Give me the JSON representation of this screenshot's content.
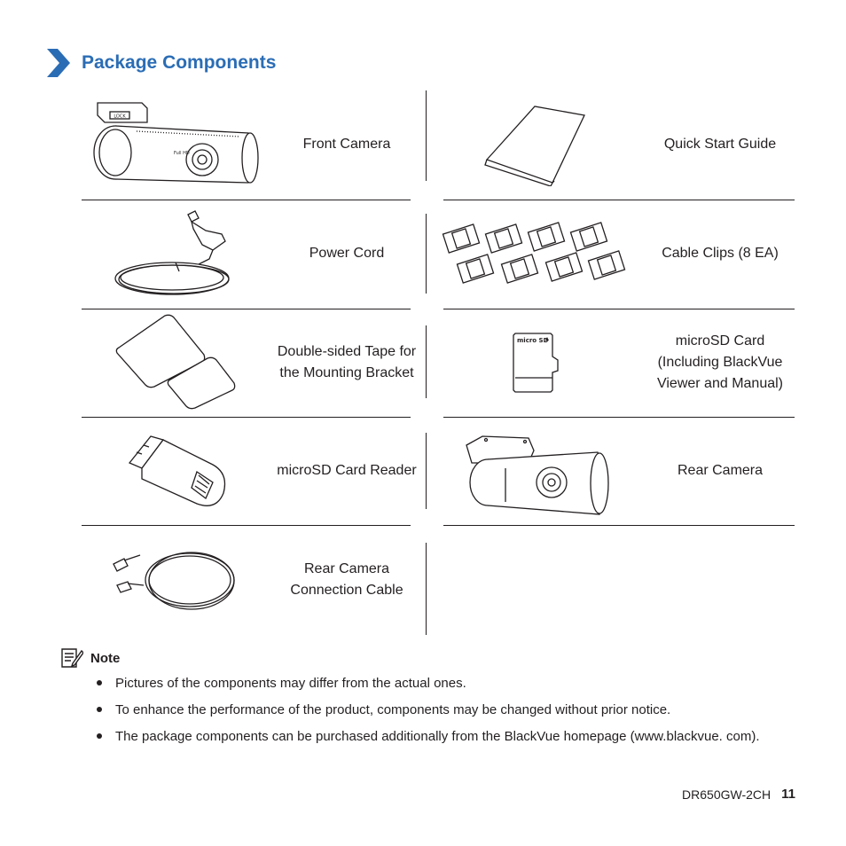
{
  "section": {
    "title": "Package Components"
  },
  "components": [
    {
      "label": "Front Camera",
      "icon": "front-camera-icon"
    },
    {
      "label": "Quick Start Guide",
      "icon": "quick-start-guide-icon"
    },
    {
      "label": "Power Cord",
      "icon": "power-cord-icon"
    },
    {
      "label": "Cable Clips (8 EA)",
      "icon": "cable-clips-icon"
    },
    {
      "label": "Double-sided Tape for the Mounting Bracket",
      "icon": "double-sided-tape-icon"
    },
    {
      "label": "microSD Card (Including BlackVue Viewer and Manual)",
      "icon": "microsd-card-icon"
    },
    {
      "label": "microSD Card Reader",
      "icon": "card-reader-icon"
    },
    {
      "label": "Rear Camera",
      "icon": "rear-camera-icon"
    },
    {
      "label": "Rear Camera Connection Cable",
      "icon": "connection-cable-icon"
    }
  ],
  "illustration_text": {
    "front_camera_lock": "LOCK",
    "front_camera_brand": "Full HD",
    "microsd_logo": "micro SD"
  },
  "note": {
    "title": "Note",
    "items": [
      "Pictures of the components may differ from the actual ones.",
      "To enhance the performance of the product, components may be changed without prior notice.",
      "The package components can be purchased additionally from the BlackVue homepage (www.blackvue. com)."
    ]
  },
  "footer": {
    "model": "DR650GW-2CH",
    "page": "11"
  },
  "colors": {
    "accent": "#2b6db5",
    "text": "#231f20"
  }
}
